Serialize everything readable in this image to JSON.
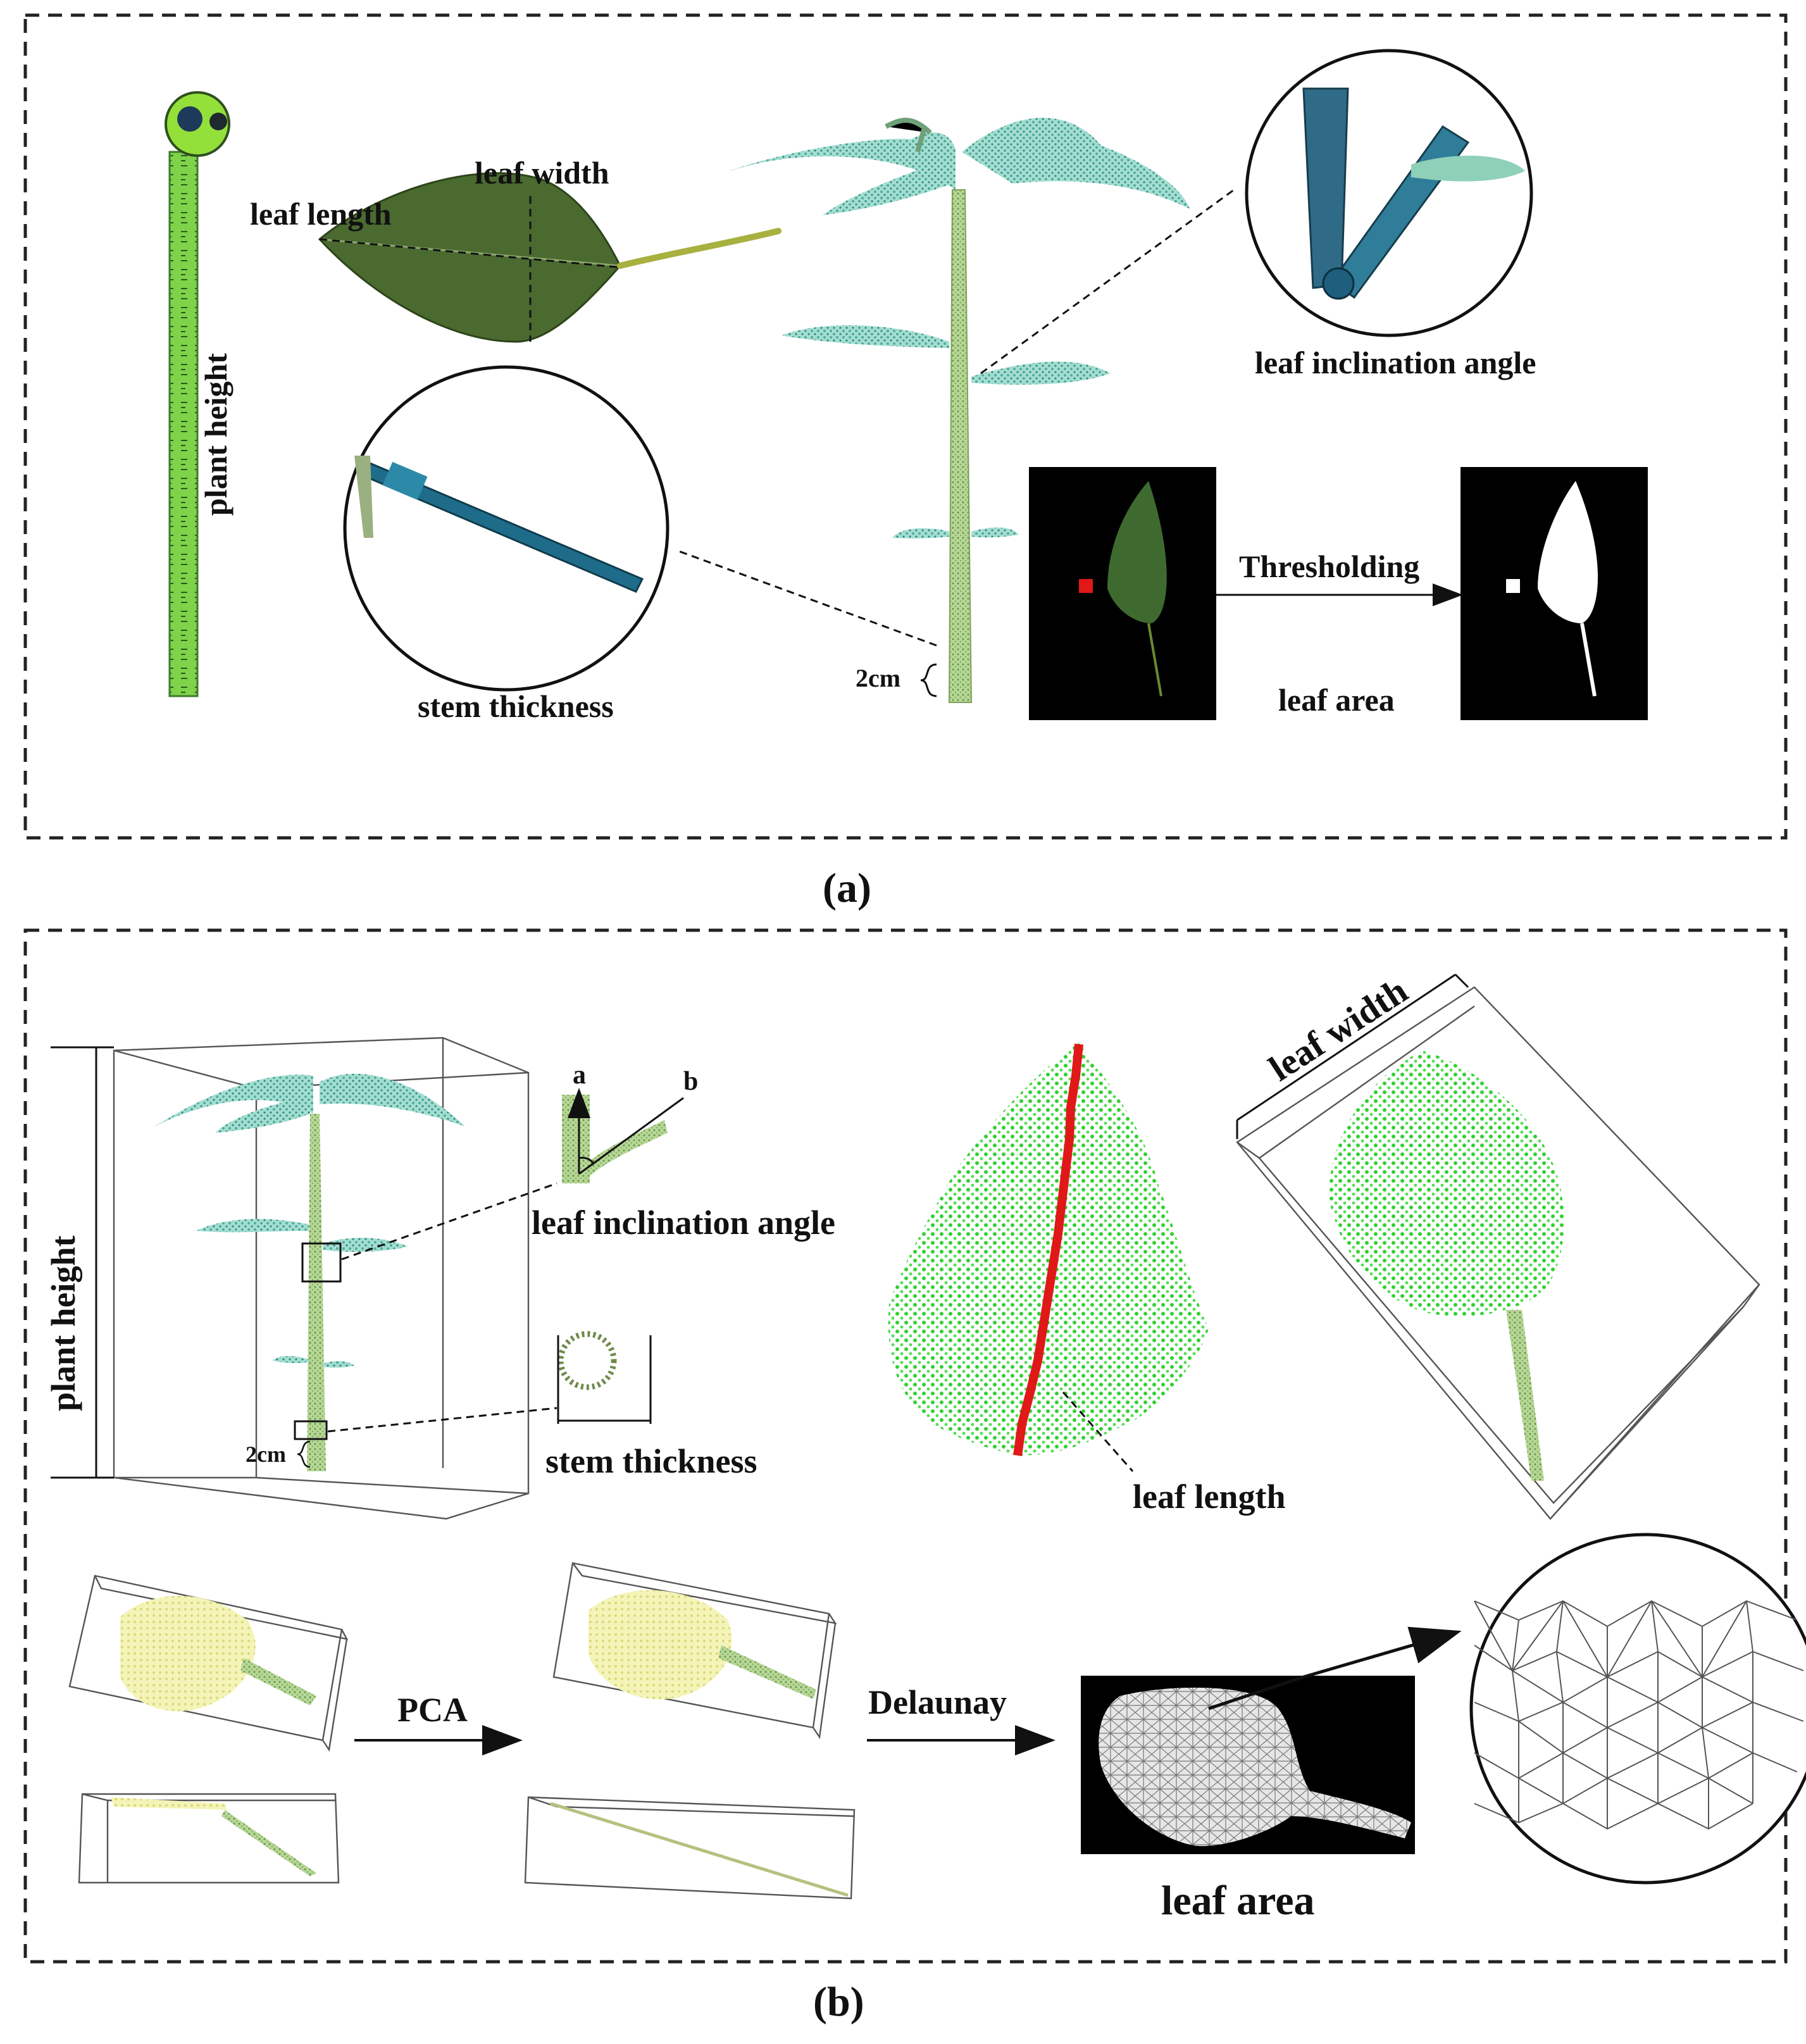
{
  "panel_a": {
    "caption": "(a)",
    "labels": {
      "plant_height": "plant height",
      "leaf_length": "leaf length",
      "leaf_width": "leaf width",
      "leaf_inclination_angle": "leaf inclination angle",
      "stem_thickness": "stem thickness",
      "scale": "2cm",
      "thresholding": "Thresholding",
      "leaf_area": "leaf area"
    }
  },
  "panel_b": {
    "caption": "(b)",
    "labels": {
      "plant_height": "plant height",
      "scale": "2cm",
      "axis_a": "a",
      "axis_b": "b",
      "leaf_inclination_angle": "leaf inclination angle",
      "stem_thickness": "stem thickness",
      "leaf_length": "leaf length",
      "leaf_width": "leaf width",
      "pca": "PCA",
      "delaunay": "Delaunay",
      "leaf_area": "leaf area"
    }
  },
  "colors": {
    "leaf_green": "#3f5a2a",
    "point_cloud_green": "#2fd12f",
    "point_cloud_cyan": "#6fc8b8",
    "highlight_red": "#e01818",
    "pale_yellow": "#ecec9a",
    "measure_blue": "#1d5f7c"
  }
}
